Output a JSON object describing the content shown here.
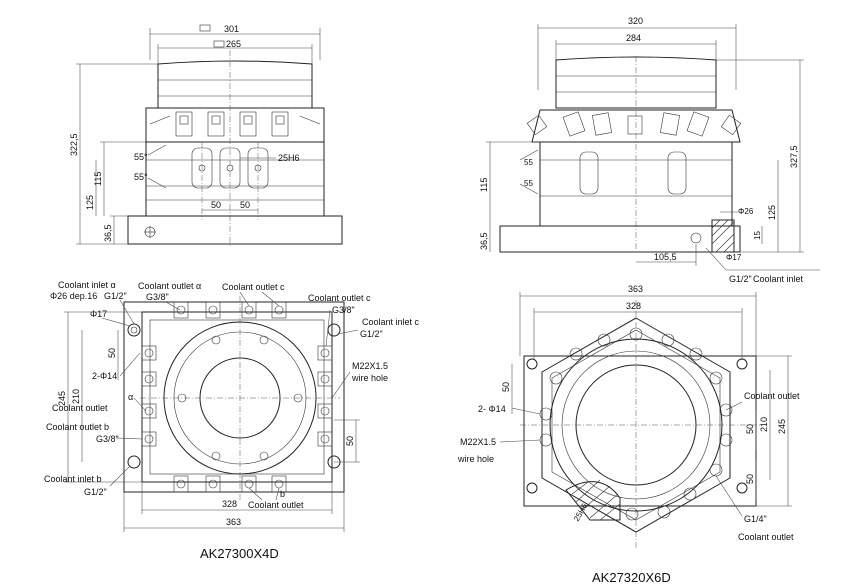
{
  "models": {
    "left": "AK27300X4D",
    "right": "AK27320X6D"
  },
  "left_elevation": {
    "dim_top_301": "301",
    "dim_top_265": "265",
    "dim_height_322_5": "322,5",
    "dim_115": "115",
    "dim_125": "125",
    "dim_36_5": "36,5",
    "angle_55_a": "55°",
    "angle_55_b": "55°",
    "fit_25h6": "25H6",
    "dim_50_a": "50",
    "dim_50_b": "50"
  },
  "right_elevation": {
    "dim_320": "320",
    "dim_284": "284",
    "dim_327_5": "327,5",
    "dim_115": "115",
    "dim_36_5": "36,5",
    "dim_55_a": "55",
    "dim_55_b": "55",
    "dim_phi26": "Φ26",
    "dim_125": "125",
    "dim_15": "15",
    "dim_105_5": "105,5",
    "dim_phi17": "Φ17",
    "port_thread": "G1/2\"",
    "port_label": "Coolant inlet"
  },
  "left_plan": {
    "coolant_inlet_a": "Coolant inlet α",
    "bore_spec": "Φ26 dep.16",
    "thread_g12_top": "G1/2\"",
    "coolant_outlet_a": "Coolant outlet α",
    "thread_g38_top": "G3/8\"",
    "coolant_outlet_c_top": "Coolant outlet c",
    "coolant_outlet_c_right": "Coolant outlet c",
    "thread_g38_right": "G3/8\"",
    "coolant_inlet_c": "Coolant inlet c",
    "thread_g12_right": "G1/2\"",
    "wire_hole_thread": "M22X1.5",
    "wire_hole": "wire hole",
    "dim_phi17": "Φ17",
    "dim_50_left": "50",
    "holes_2_phi14": "2-Φ14",
    "dim_245": "245",
    "dim_210": "210",
    "alpha_mark": "α",
    "coolant_outlet_left": "Coolant outlet",
    "coolant_outlet_b": "Coolant outlet b",
    "thread_g38_left": "G3/8\"",
    "dim_50_right": "50",
    "coolant_inlet_b": "Coolant inlet b",
    "thread_g12_bottom": "G1/2\"",
    "b_mark": "b",
    "coolant_outlet_bottom": "Coolant outlet",
    "dim_328": "328",
    "dim_363": "363"
  },
  "right_plan": {
    "dim_363": "363",
    "dim_328": "328",
    "dim_50_left": "50",
    "holes_2_phi14": "2- Φ14",
    "wire_hole_thread": "M22X1.5",
    "wire_hole": "wire hole",
    "coolant_outlet_right": "Coolant outlet",
    "dim_50_right": "50",
    "dim_210": "210",
    "dim_245": "245",
    "dim_50_lower": "50",
    "thread_g14": "G1/4\"",
    "coolant_outlet_bottom": "Coolant outlet",
    "fit_25h6": "25H6"
  }
}
